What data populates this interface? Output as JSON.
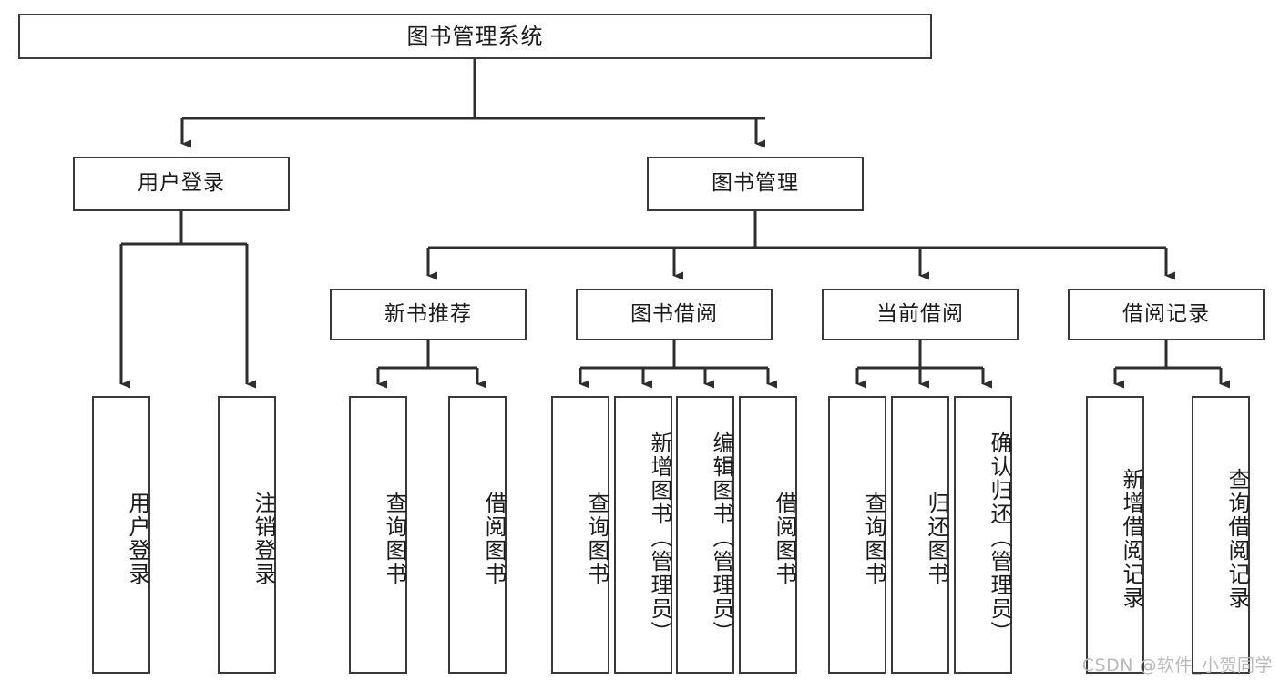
{
  "diagram": {
    "type": "tree",
    "title": "图书管理系统",
    "root": {
      "id": "root",
      "label": "图书管理系统"
    },
    "level1": [
      {
        "id": "user-login",
        "label": "用户登录"
      },
      {
        "id": "book-manage",
        "label": "图书管理"
      }
    ],
    "level2": [
      {
        "id": "new-book-recommend",
        "label": "新书推荐",
        "parent": "book-manage"
      },
      {
        "id": "book-borrow",
        "label": "图书借阅",
        "parent": "book-manage"
      },
      {
        "id": "current-borrow",
        "label": "当前借阅",
        "parent": "book-manage"
      },
      {
        "id": "borrow-record",
        "label": "借阅记录",
        "parent": "book-manage"
      }
    ],
    "leaves": [
      {
        "id": "leaf-user-login",
        "label": "用户登录",
        "parent": "user-login"
      },
      {
        "id": "leaf-logout",
        "label": "注销登录",
        "parent": "user-login"
      },
      {
        "id": "leaf-query-book-1",
        "label": "查询图书",
        "parent": "new-book-recommend"
      },
      {
        "id": "leaf-borrow-book-1",
        "label": "借阅图书",
        "parent": "new-book-recommend"
      },
      {
        "id": "leaf-query-book-2",
        "label": "查询图书",
        "parent": "book-borrow"
      },
      {
        "id": "leaf-add-book",
        "label": "新增图书（管理员）",
        "parent": "book-borrow"
      },
      {
        "id": "leaf-edit-book",
        "label": "编辑图书（管理员）",
        "parent": "book-borrow"
      },
      {
        "id": "leaf-borrow-book-2",
        "label": "借阅图书",
        "parent": "book-borrow"
      },
      {
        "id": "leaf-query-book-3",
        "label": "查询图书",
        "parent": "current-borrow"
      },
      {
        "id": "leaf-return-book",
        "label": "归还图书",
        "parent": "current-borrow"
      },
      {
        "id": "leaf-confirm-return",
        "label": "确认归还（管理员）",
        "parent": "current-borrow"
      },
      {
        "id": "leaf-add-record",
        "label": "新增借阅记录",
        "parent": "borrow-record"
      },
      {
        "id": "leaf-query-record",
        "label": "查询借阅记录",
        "parent": "borrow-record"
      }
    ]
  },
  "watermark": {
    "text": "CSDN @软件_小贺同学"
  },
  "colors": {
    "box_border": "#3a3a3a",
    "box_fill": "#ffffff",
    "edge": "#2e2e2e",
    "text": "#1b1b1b",
    "watermark": "#b9b9b9",
    "background": "#ffffff"
  }
}
